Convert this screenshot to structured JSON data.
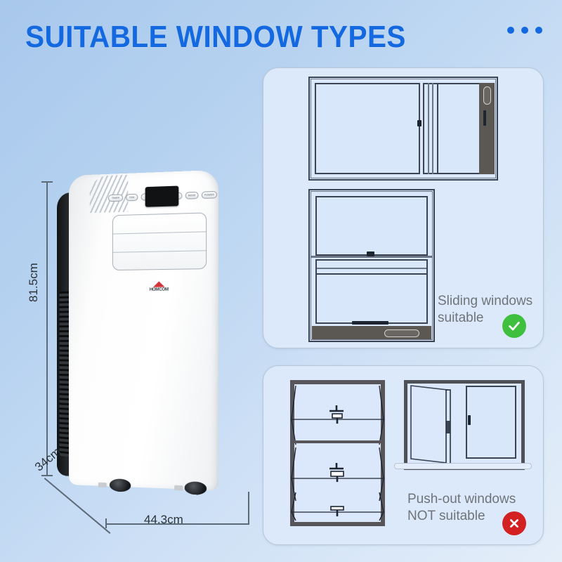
{
  "header": {
    "title": "SUITABLE WINDOW TYPES",
    "title_color": "#1469e0",
    "dots": [
      "dot-1",
      "dot-2",
      "dot-3"
    ]
  },
  "background": {
    "gradient_from": "#a8c8ec",
    "gradient_to": "#e4eef9"
  },
  "product": {
    "name": "portable-air-conditioner",
    "brand_logo": "HOMCOM",
    "control_panel": {
      "buttons_left": [
        "TIMER",
        "FAN",
        "▲"
      ],
      "buttons_right": [
        "▼",
        "MODE",
        "POWER"
      ],
      "display": "led-display"
    },
    "dimensions": {
      "height": "81.5cm",
      "depth": "34cm",
      "width": "44.3cm"
    }
  },
  "panels": [
    {
      "id": "panel-sliding",
      "caption_line1": "Sliding windows",
      "caption_line2": "suitable",
      "status": "suitable",
      "status_icon": "check-icon",
      "status_color": "#3ec03e",
      "illustrations": [
        "horizontal-sliding-window",
        "vertical-sliding-window"
      ]
    },
    {
      "id": "panel-pushout",
      "caption_line1": "Push-out windows",
      "caption_line2": "NOT suitable",
      "status": "not-suitable",
      "status_icon": "cross-icon",
      "status_color": "#d32020",
      "illustrations": [
        "awning-push-out-window",
        "casement-push-out-window"
      ]
    }
  ]
}
